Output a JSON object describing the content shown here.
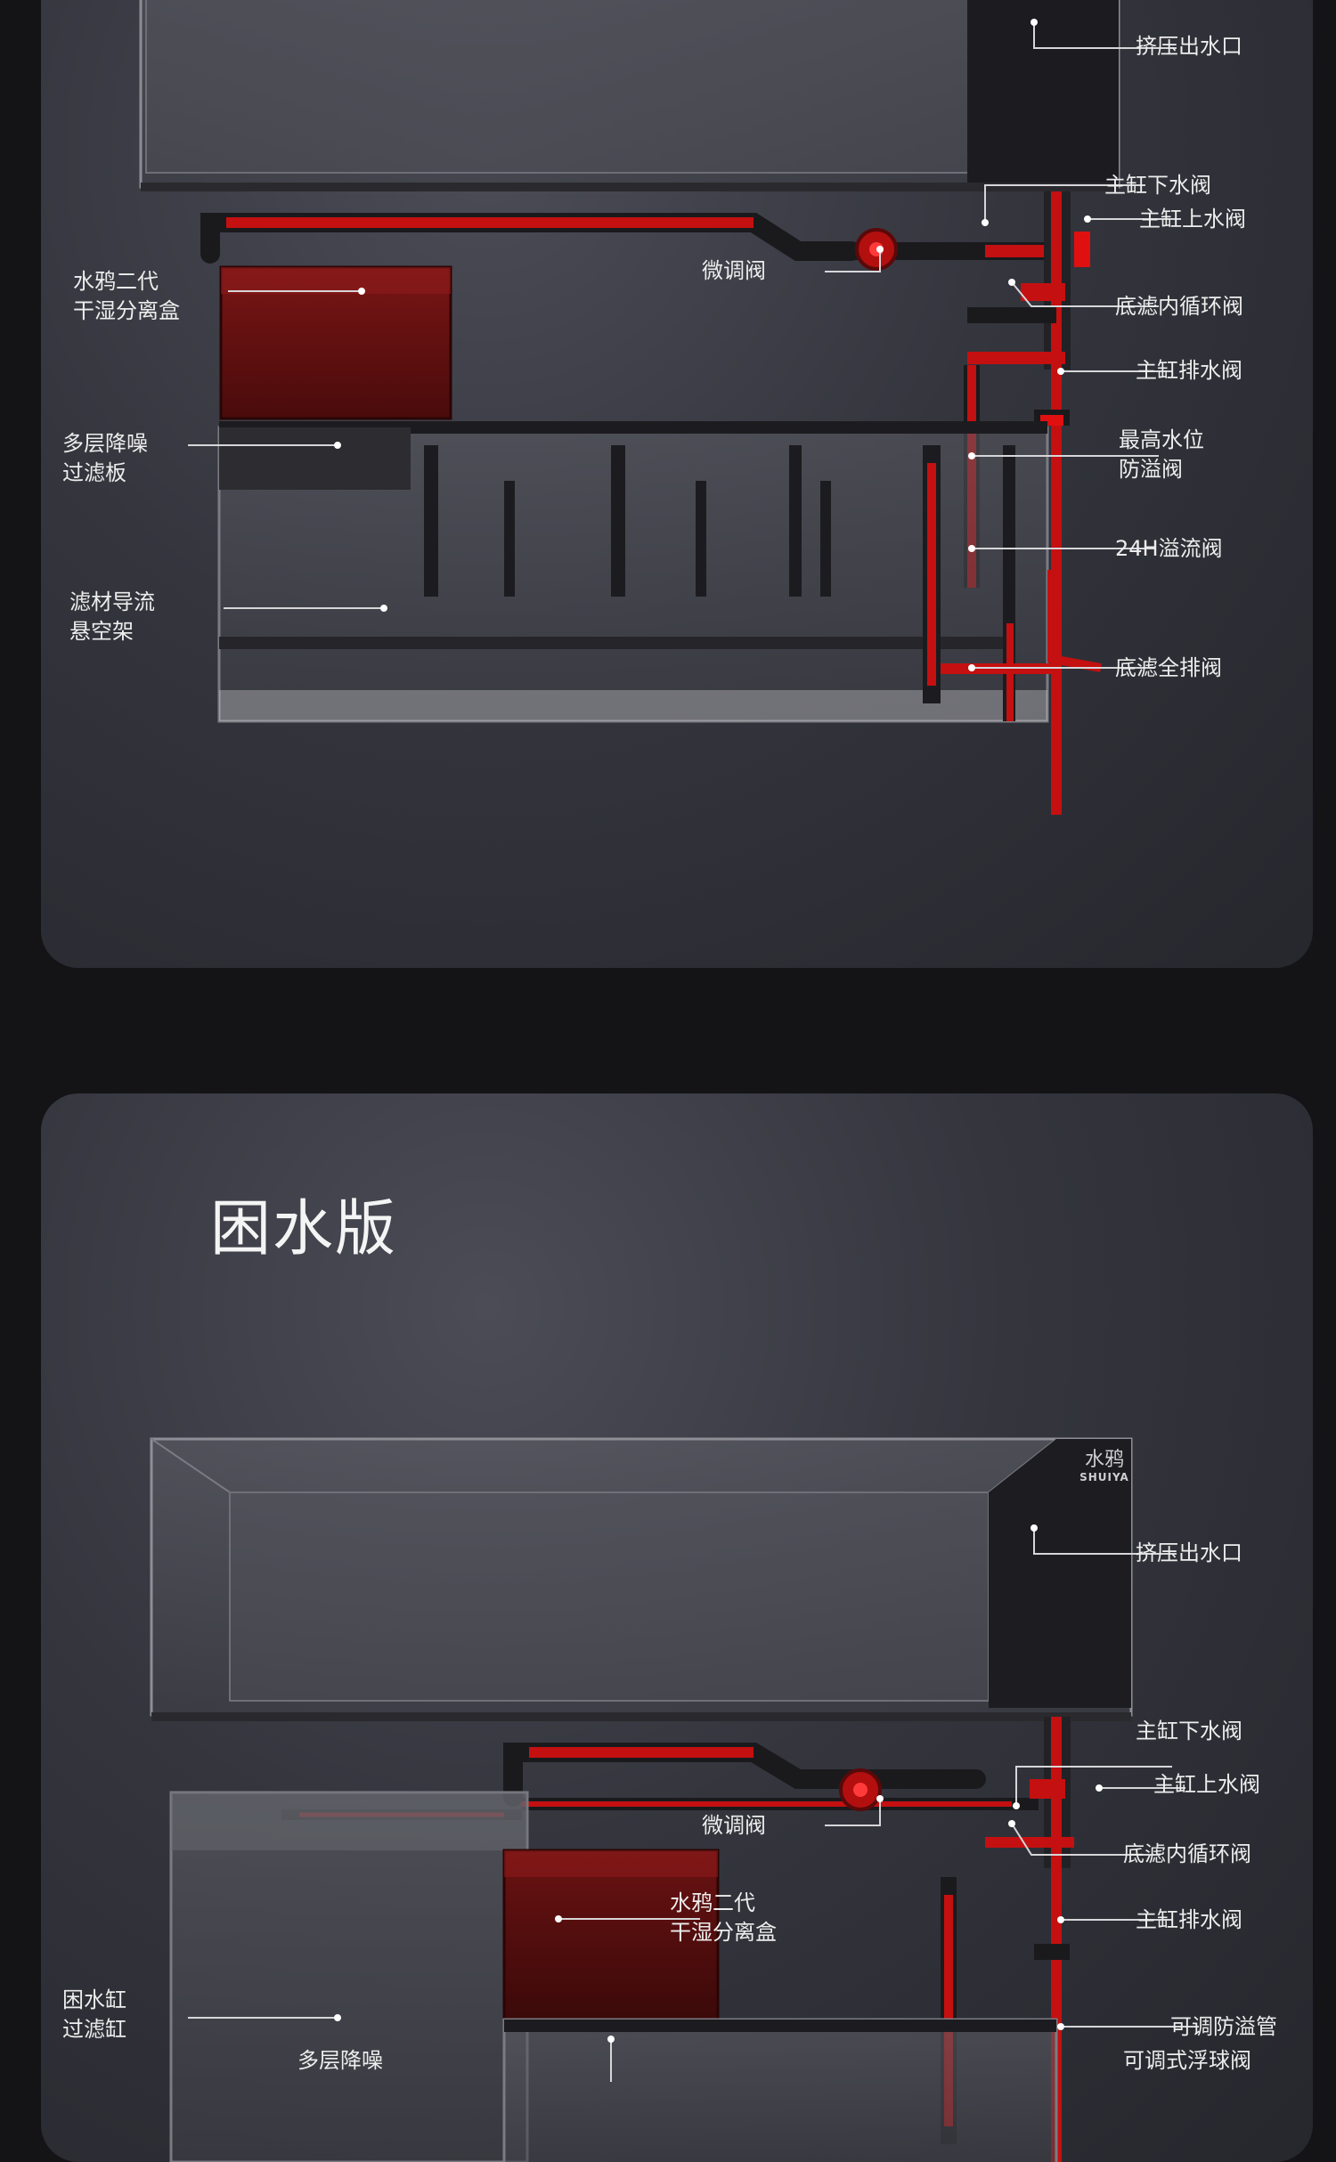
{
  "panel1": {
    "labels": {
      "outlet": "挤压出水口",
      "main_down_valve": "主缸下水阀",
      "main_up_valve": "主缸上水阀",
      "fine_valve": "微调阀",
      "box": "水鸦二代\n干湿分离盒",
      "inner_cycle_valve": "底滤内循环阀",
      "main_drain_valve": "主缸排水阀",
      "filter_board": "多层降噪\n过滤板",
      "max_level_valve": "最高水位\n防溢阀",
      "overflow_24h": "24H溢流阀",
      "media_rack": "滤材导流\n悬空架",
      "full_drain_valve": "底滤全排阀"
    }
  },
  "panel2": {
    "title": "困水版",
    "brand_cn": "水鸦",
    "brand_en": "SHUIYA",
    "labels": {
      "outlet": "挤压出水口",
      "main_down_valve": "主缸下水阀",
      "main_up_valve": "主缸上水阀",
      "fine_valve": "微调阀",
      "inner_cycle_valve": "底滤内循环阀",
      "box": "水鸦二代\n干湿分离盒",
      "main_drain_valve": "主缸排水阀",
      "trap_tank": "困水缸\n过滤缸",
      "anti_overflow_pipe": "可调防溢管",
      "filter_board": "多层降噪",
      "float_valve": "可调式浮球阀"
    }
  }
}
